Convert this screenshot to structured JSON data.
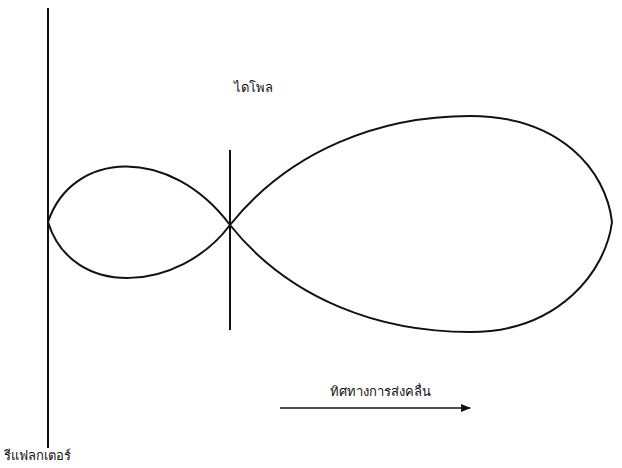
{
  "diagram": {
    "labels": [
      "ไดโพล",
      "ทิศทางการส่งคลื่น",
      "รีแฟลกเตอร์"
    ]
  }
}
